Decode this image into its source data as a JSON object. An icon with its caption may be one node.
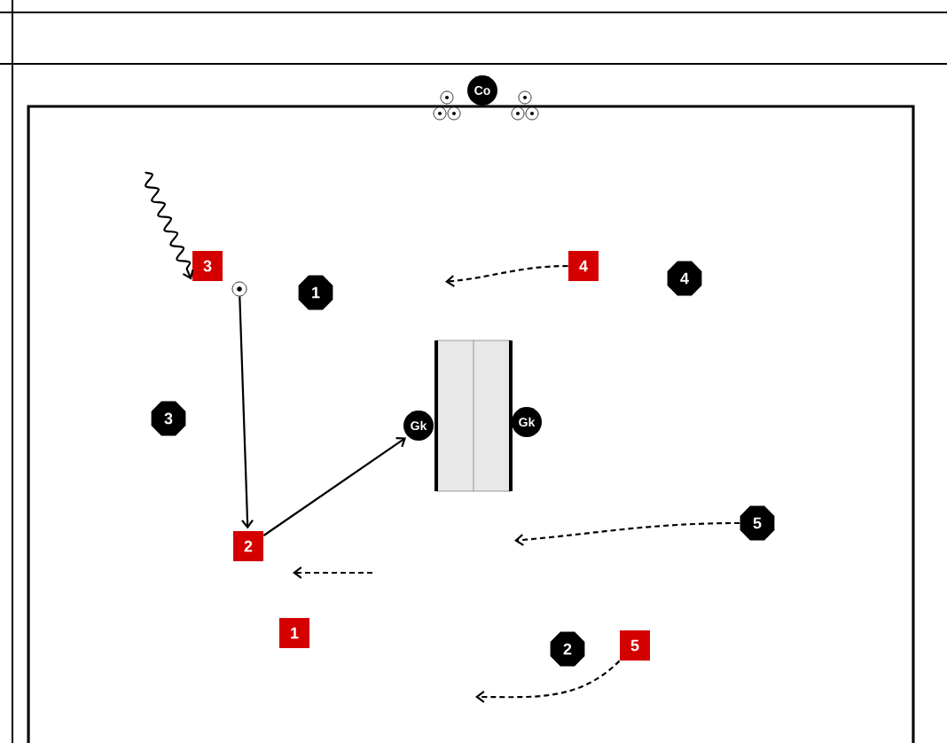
{
  "diagram": {
    "nodes": [
      {
        "text": [
          "Co"
        ]
      },
      {
        "text": [
          "3"
        ]
      },
      {
        "text": [],
        "shape": "circle"
      },
      {
        "text": [
          "1"
        ]
      },
      {
        "text": [
          "4"
        ]
      },
      {
        "text": [
          "4"
        ]
      },
      {
        "text": [
          "3"
        ]
      },
      {
        "text": [],
        "shape": "box"
      },
      {
        "text": [
          "Gk"
        ]
      },
      {
        "text": [
          "Gk"
        ]
      },
      {
        "text": [
          "2"
        ]
      },
      {
        "text": [
          "5"
        ]
      },
      {
        "text": [
          "1"
        ]
      },
      {
        "text": [
          "2"
        ]
      },
      {
        "text": [
          "5"
        ]
      }
    ],
    "edges": [
      {
        "from": null,
        "to": 1,
        "arrow": "to"
      },
      {
        "from": 2,
        "to": 10,
        "arrow": "to"
      },
      {
        "from": 10,
        "to": 8,
        "arrow": "to"
      },
      {
        "from": 4,
        "to": null,
        "arrow": "to",
        "style": "dashed"
      },
      {
        "from": 11,
        "to": null,
        "arrow": "to",
        "style": "dashed"
      },
      {
        "from": 14,
        "to": null,
        "arrow": "to",
        "style": "dashed"
      }
    ]
  }
}
